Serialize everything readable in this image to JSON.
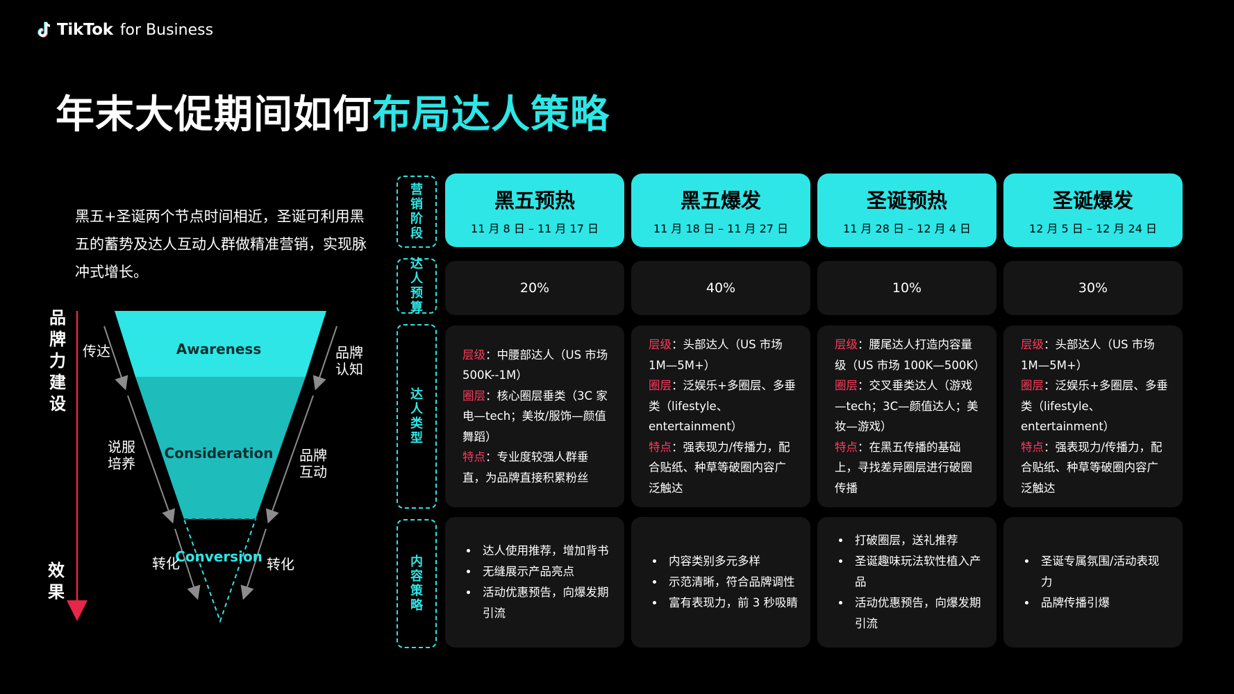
{
  "logo": {
    "brand": "TikTok",
    "suffix": "for Business"
  },
  "title": {
    "main": "年末大促期间如何",
    "highlight": "布局达人策略"
  },
  "intro": "黑五+圣诞两个节点时间相近，圣诞可利用黑五的蓄势及达人互动人群做精准营销，实现脉冲式增长。",
  "funnel": {
    "axis_top": "品牌力建设",
    "axis_bottom": "效果",
    "stages": [
      "Awareness",
      "Consideration",
      "Conversion"
    ],
    "left_labels": [
      "传达",
      "说服培养",
      "转化"
    ],
    "right_labels": [
      "品牌认知",
      "品牌互动",
      "转化"
    ]
  },
  "row_tags": [
    "营销阶段",
    "达人预算",
    "达人类型",
    "内容策略"
  ],
  "columns": [
    {
      "stage": "黑五预热",
      "date": "11 月 8 日 – 11 月 17 日",
      "budget": "20%",
      "kol": [
        {
          "k": "层级",
          "v": "：中腰部达人（US 市场 500K--1M）"
        },
        {
          "k": "圈层",
          "v": "：核心圈层垂类（3C 家电—tech；美妆/服饰—颜值舞蹈）"
        },
        {
          "k": "特点",
          "v": "：专业度较强人群垂直，为品牌直接积累粉丝"
        }
      ],
      "content": [
        "达人使用推荐，增加背书",
        "无缝展示产品亮点",
        "活动优惠预告，向爆发期引流"
      ]
    },
    {
      "stage": "黑五爆发",
      "date": "11 月 18 日 – 11 月 27 日",
      "budget": "40%",
      "kol": [
        {
          "k": "层级",
          "v": "：头部达人（US 市场 1M—5M+）"
        },
        {
          "k": "圈层",
          "v": "：泛娱乐+多圈层、多垂类（lifestyle、entertainment）"
        },
        {
          "k": "特点",
          "v": "：强表现力/传播力，配合贴纸、种草等破圈内容广泛触达"
        }
      ],
      "content": [
        "内容类别多元多样",
        "示范清晰，符合品牌调性",
        "富有表现力，前 3 秒吸睛"
      ]
    },
    {
      "stage": "圣诞预热",
      "date": "11 月 28 日 – 12 月 4 日",
      "budget": "10%",
      "kol": [
        {
          "k": "层级",
          "v": "：腰尾达人打造内容量级（US 市场 100K—500K）"
        },
        {
          "k": "圈层",
          "v": "：交叉垂类达人（游戏—tech；3C—颜值达人；美妆—游戏）"
        },
        {
          "k": "特点",
          "v": "：在黑五传播的基础上，寻找差异圈层进行破圈传播"
        }
      ],
      "content": [
        "打破圈层，送礼推荐",
        "圣诞趣味玩法软性植入产品",
        "活动优惠预告，向爆发期引流"
      ]
    },
    {
      "stage": "圣诞爆发",
      "date": "12 月 5 日 – 12 月 24 日",
      "budget": "30%",
      "kol": [
        {
          "k": "层级",
          "v": "：头部达人（US 市场 1M—5M+）"
        },
        {
          "k": "圈层",
          "v": "：泛娱乐+多圈层、多垂类（lifestyle、entertainment）"
        },
        {
          "k": "特点",
          "v": "：强表现力/传播力，配合贴纸、种草等破圈内容广泛触达"
        }
      ],
      "content": [
        "圣诞专属氛围/活动表现力",
        "品牌传播引爆"
      ]
    }
  ],
  "colors": {
    "accent": "#2ee6e6",
    "accent_dark": "#1fbcbc",
    "key": "#ff3b5c",
    "axis": "#e8254a"
  }
}
